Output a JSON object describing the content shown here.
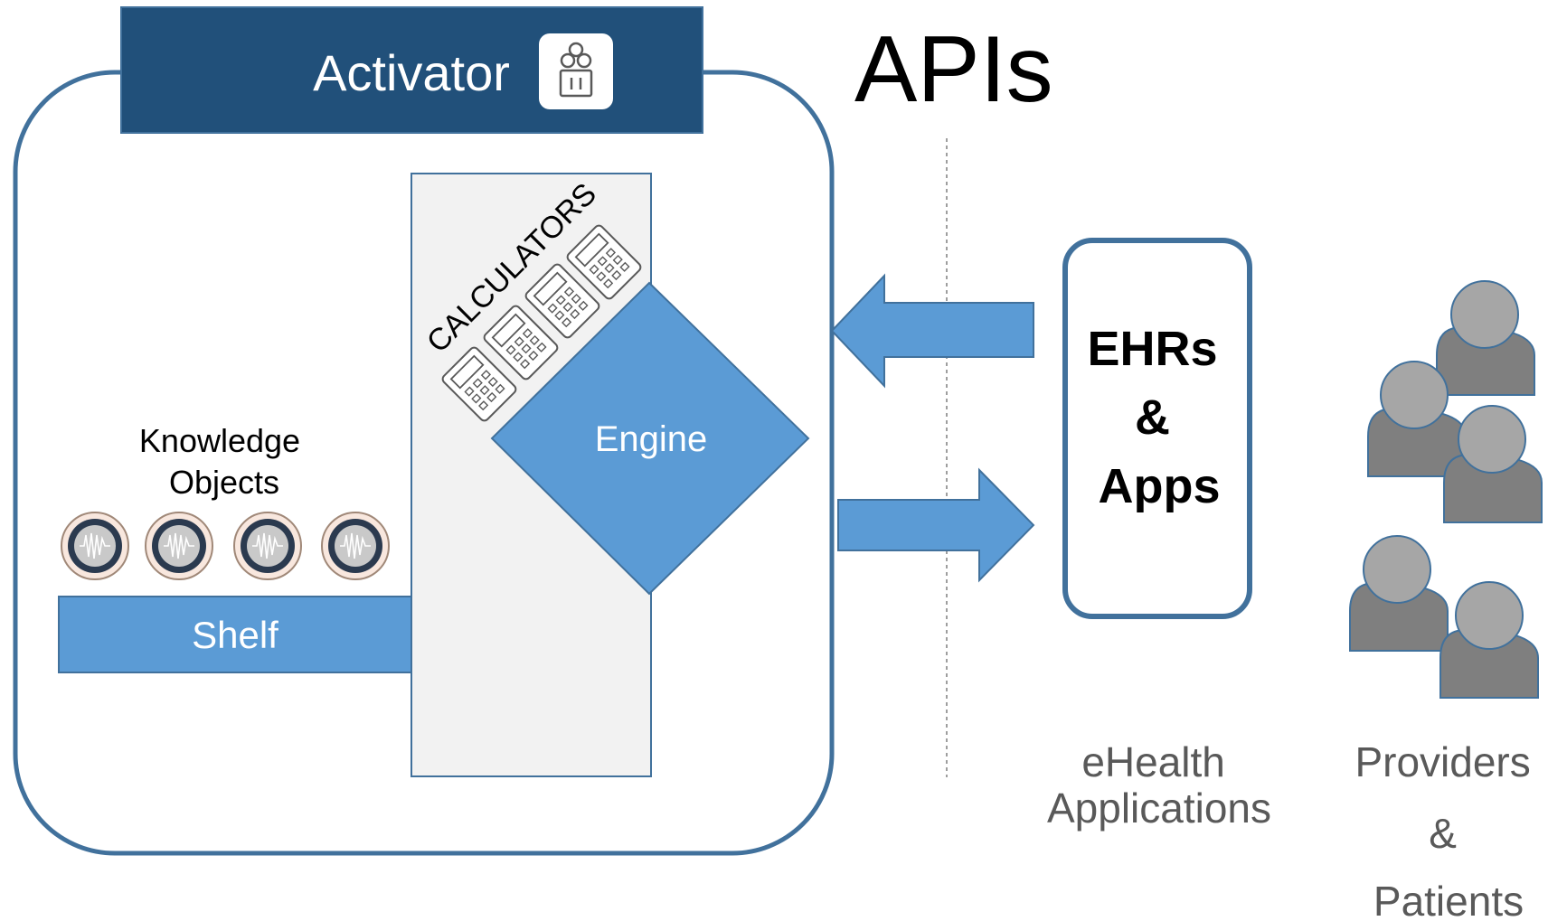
{
  "header": {
    "activator_label": "Activator",
    "apis_label": "APIs"
  },
  "activator": {
    "calculators_label": "CALCULATORS",
    "engine_label": "Engine",
    "knowledge_objects_label_line1": "Knowledge",
    "knowledge_objects_label_line2": "Objects",
    "shelf_label": "Shelf",
    "knowledge_object_count": 4,
    "calculator_count": 4
  },
  "ehr_box": {
    "line1": "EHRs",
    "line2": "&",
    "line3": "Apps"
  },
  "captions": {
    "ehealth_line1": "eHealth",
    "ehealth_line2": "Applications",
    "people_line1": "Providers",
    "people_line2": "&",
    "people_line3": "Patients"
  },
  "colors": {
    "dark_blue": "#21507a",
    "border_blue": "#41719c",
    "accent_blue": "#5b9bd5",
    "panel_gray": "#f2f2f2",
    "person_dark": "#7f7f7f",
    "person_light": "#a6a6a6",
    "caption_gray": "#595959"
  }
}
